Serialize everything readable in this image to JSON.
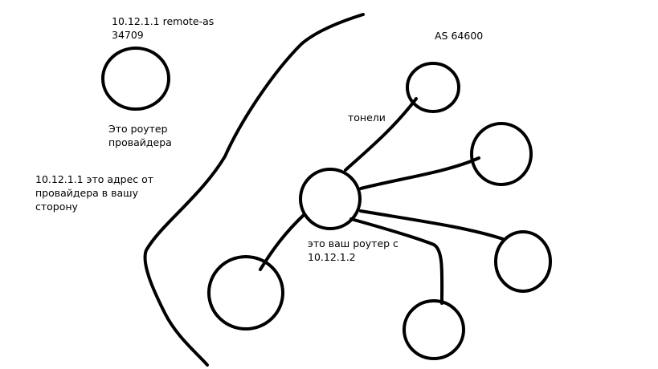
{
  "labels": {
    "provider_neighbor": [
      "10.12.1.1 remote-as",
      "34709"
    ],
    "provider_router": [
      "Это роутер",
      "провайдера"
    ],
    "provider_address": [
      "10.12.1.1 это адрес от",
      "провайдера  в вашу",
      "сторону"
    ],
    "as_number": "AS 64600",
    "tunnels": "тонели",
    "your_router": [
      "это ваш роутер с",
      "10.12.1.2"
    ]
  },
  "colors": {
    "stroke": "#000000",
    "background": "#ffffff",
    "text": "#000000"
  }
}
